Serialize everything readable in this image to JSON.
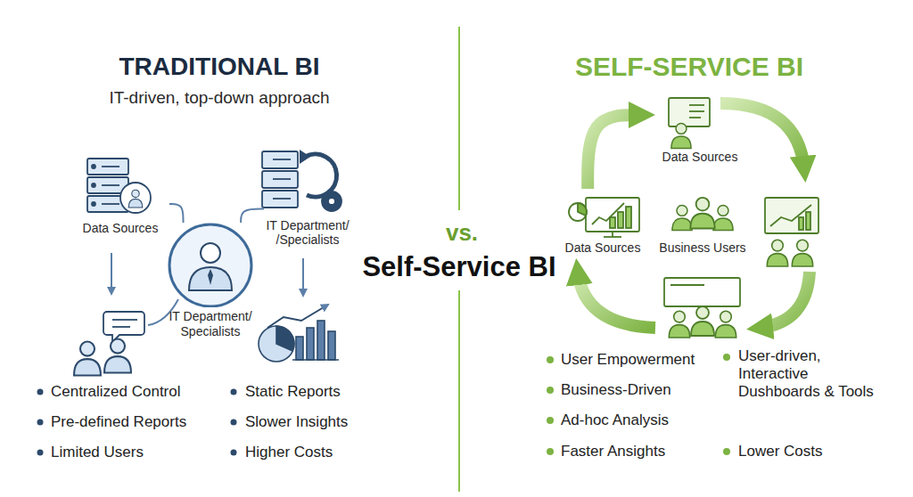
{
  "diagram": {
    "nodes": [
      {
        "text": [
          "Data Sources"
        ]
      },
      {
        "text": [
          "IT Department/ /Specialists"
        ]
      },
      {
        "text": [
          "IT Department/ Specialists"
        ]
      },
      {
        "text": [
          "Data Sources"
        ]
      },
      {
        "text": [
          "Data Sources"
        ]
      },
      {
        "text": [
          "Business Users"
        ]
      }
    ],
    "edges": [
      {
        "from": 0,
        "to": 2,
        "arrow": "none"
      },
      {
        "from": 1,
        "to": 2,
        "arrow": "none"
      },
      {
        "from": 4,
        "to": 3,
        "arrow": "to"
      }
    ],
    "labels": [
      "TRADITIONAL BI",
      "IT-driven, top-down approach",
      "vs.",
      "Self-Service BI",
      "SELF-SERVICE BI",
      "Centralized Control",
      "Pre-defined Reports",
      "Limited Users",
      "Static Reports",
      "Slower Insights",
      "Higher Costs",
      "User Empowerment",
      "Business-Driven",
      "Ad-hoc Analysis",
      "Faster Ansights",
      "User-driven, Interactive Dushboards & Tools",
      "Lower Costs"
    ]
  }
}
